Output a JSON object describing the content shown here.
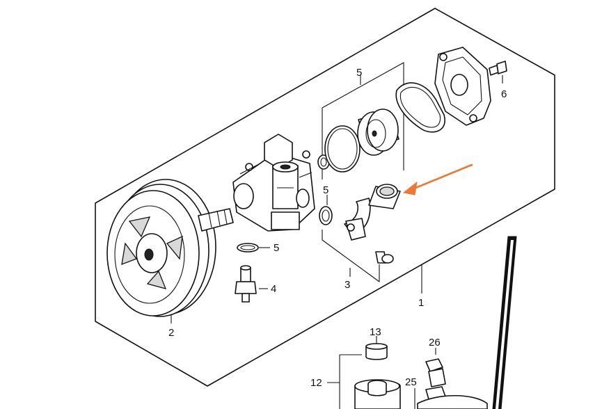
{
  "diagram": {
    "callouts": {
      "assembly": "1",
      "pulley": "2",
      "connector": "3",
      "valve": "4",
      "seal_kit_upper": "5",
      "seal_kit_mid": "5",
      "seal_lower": "5",
      "bolt_cover": "6",
      "reservoir": "12",
      "cap": "13",
      "hose": "25",
      "clip": "26"
    },
    "highlight_color": "#ee7733"
  }
}
